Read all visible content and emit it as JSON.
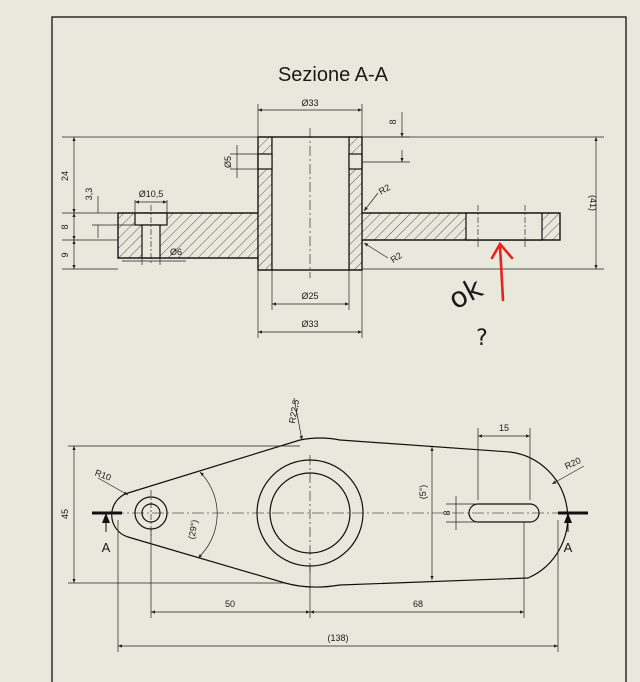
{
  "section_title": "Sezione A-A",
  "section_view": {
    "dims": {
      "d33_top": "Ø33",
      "d8_top": "8",
      "d5": "Ø5",
      "d24": "24",
      "d3_3": "3,3",
      "d8_left": "8",
      "d9": "9",
      "d10_5": "Ø10,5",
      "d6": "Ø6",
      "r2_upper": "R2",
      "r2_lower": "R2",
      "d41": "(41)",
      "d25": "Ø25",
      "d33_bottom": "Ø33"
    }
  },
  "plan_view": {
    "dims": {
      "r22_5": "R22,5",
      "d15": "15",
      "r10": "R10",
      "r20": "R20",
      "d45": "45",
      "d5deg": "(5°)",
      "d8": "8",
      "d29deg": "(29°)",
      "d50": "50",
      "d68": "68",
      "d138": "(138)",
      "label_a_left": "A",
      "label_a_right": "A"
    }
  },
  "annotation": {
    "text": "ok",
    "mark": "?",
    "color": "#e8231c"
  }
}
